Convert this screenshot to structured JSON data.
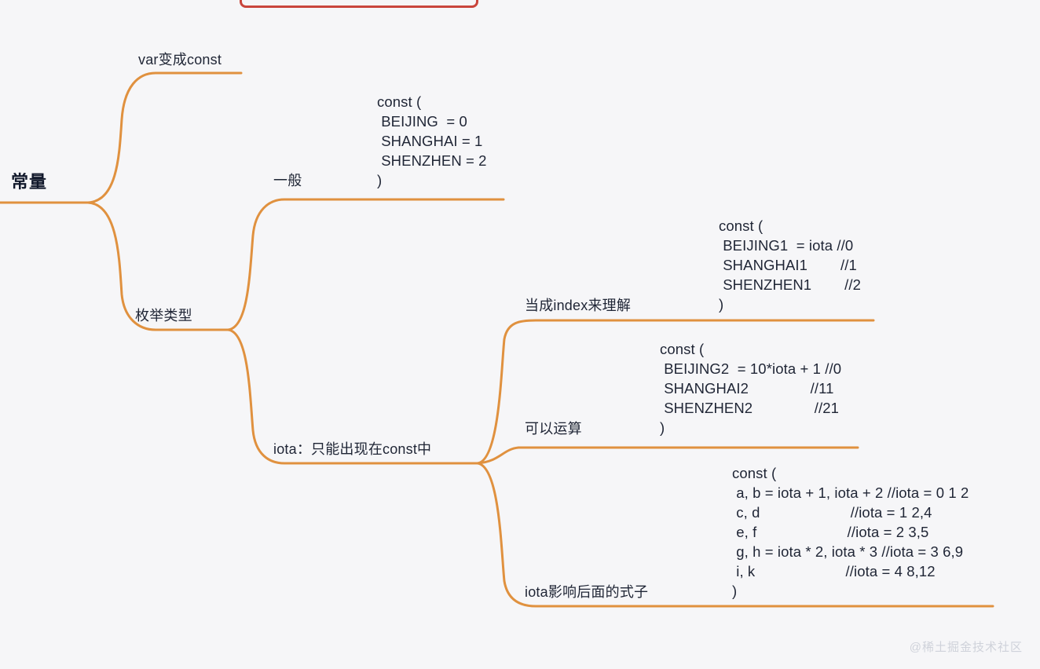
{
  "page": {
    "background_color": "#f6f6f8",
    "line_color": "#e0913f",
    "text_color": "#1f2535",
    "accent_red": "#c9453c",
    "watermark": "@稀土掘金技术社区"
  },
  "mindmap": {
    "root": {
      "label": "常量"
    },
    "branches": [
      {
        "label": "var变成const"
      },
      {
        "label": "枚举类型"
      }
    ],
    "enum_children": [
      {
        "label": "一般"
      },
      {
        "label": "iota：只能出现在const中"
      }
    ],
    "iota_children": [
      {
        "label": "当成index来理解"
      },
      {
        "label": "可以运算"
      },
      {
        "label": "iota影响后面的式子"
      }
    ],
    "code_blocks": {
      "general": "const (\n BEIJING  = 0\n SHANGHAI = 1\n SHENZHEN = 2\n)",
      "index": "const (\n BEIJING1  = iota //0\n SHANGHAI1        //1\n SHENZHEN1        //2\n)",
      "arithmetic": "const (\n BEIJING2  = 10*iota + 1 //0\n SHANGHAI2               //11\n SHENZHEN2               //21\n)",
      "influence": "const (\n a, b = iota + 1, iota + 2 //iota = 0 1 2\n c, d                      //iota = 1 2,4\n e, f                      //iota = 2 3,5\n g, h = iota * 2, iota * 3 //iota = 3 6,9\n i, k                      //iota = 4 8,12\n)"
    }
  }
}
